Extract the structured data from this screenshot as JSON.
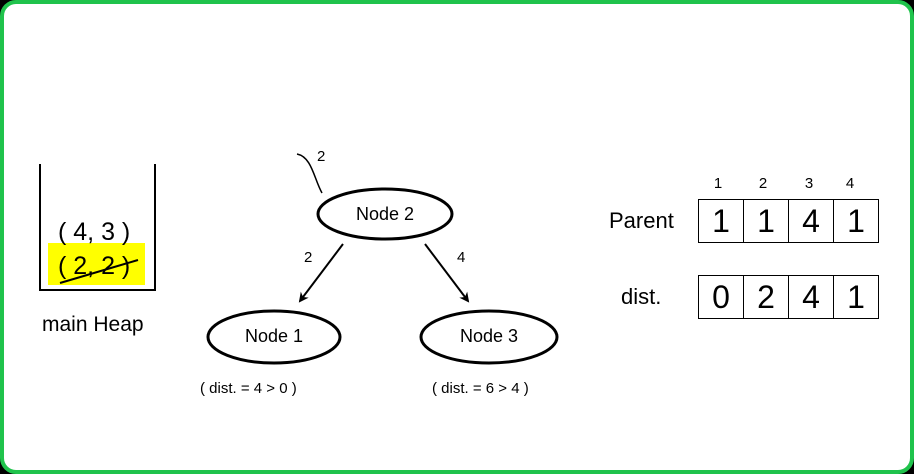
{
  "heap": {
    "label": "main Heap",
    "entries": [
      {
        "text": "( 4, 3 )",
        "status": "active"
      },
      {
        "text": "( 2, 2 )",
        "status": "removed",
        "highlight": "#ffff00"
      }
    ]
  },
  "graph": {
    "incoming_weight": "2",
    "nodes": [
      {
        "id": "n2",
        "label": "Node 2"
      },
      {
        "id": "n1",
        "label": "Node 1"
      },
      {
        "id": "n3",
        "label": "Node 3"
      }
    ],
    "edges": [
      {
        "from": "Node 2",
        "to": "Node 1",
        "weight": "2"
      },
      {
        "from": "Node 2",
        "to": "Node 3",
        "weight": "4"
      }
    ],
    "notes": {
      "node1": "( dist. = 4 > 0 )",
      "node3": "( dist. = 6 > 4 )"
    }
  },
  "tables": {
    "indices": [
      "1",
      "2",
      "3",
      "4"
    ],
    "parent": {
      "label": "Parent",
      "values": [
        "1",
        "1",
        "4",
        "1"
      ]
    },
    "dist": {
      "label": "dist.",
      "values": [
        "0",
        "2",
        "4",
        "1"
      ]
    }
  },
  "colors": {
    "frame": "#20c34c",
    "highlight": "#ffff00"
  }
}
